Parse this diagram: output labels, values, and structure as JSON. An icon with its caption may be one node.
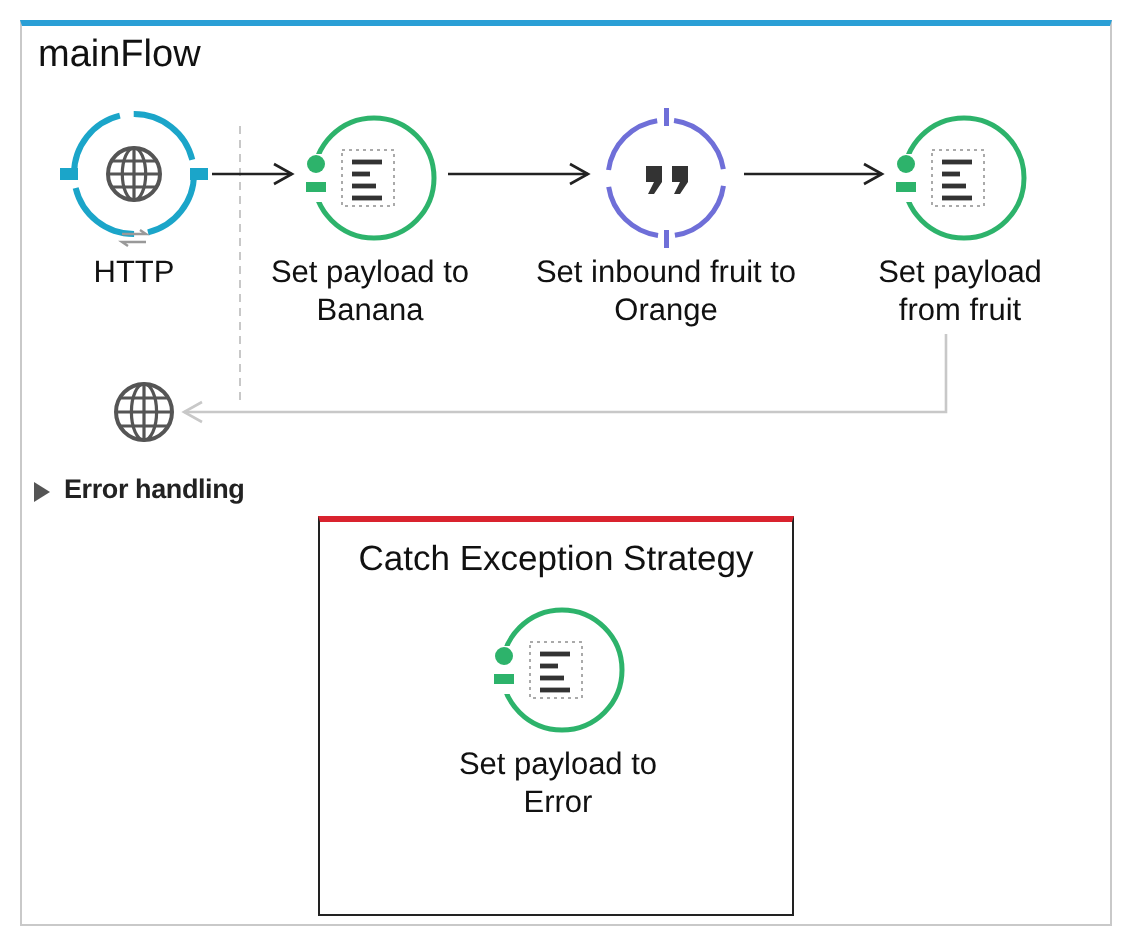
{
  "diagram": {
    "nodes": [
      {
        "text": [
          "mainFlow"
        ]
      },
      {
        "text": [
          "HTTP"
        ],
        "in": 0
      },
      {
        "text": [
          "Set payload to Banana"
        ],
        "in": 0
      },
      {
        "text": [
          "Set inbound fruit to Orange"
        ],
        "in": 0
      },
      {
        "text": [
          "Set payload from fruit"
        ],
        "in": 0
      },
      {
        "text": [],
        "shape": "picture",
        "in": 0
      },
      {
        "text": [
          "Catch Exception Strategy"
        ],
        "in": 0
      },
      {
        "text": [
          "Set payload to Error"
        ],
        "in": 6
      }
    ],
    "edges": [
      {
        "from": 1,
        "to": 2,
        "arrow": "to"
      },
      {
        "from": 2,
        "to": 3,
        "arrow": "to"
      },
      {
        "from": 3,
        "to": 4,
        "arrow": "to"
      },
      {
        "from": 4,
        "to": 5,
        "arrow": "to",
        "color": "#c8c8c8"
      }
    ],
    "labels": [
      "Error handling"
    ]
  }
}
